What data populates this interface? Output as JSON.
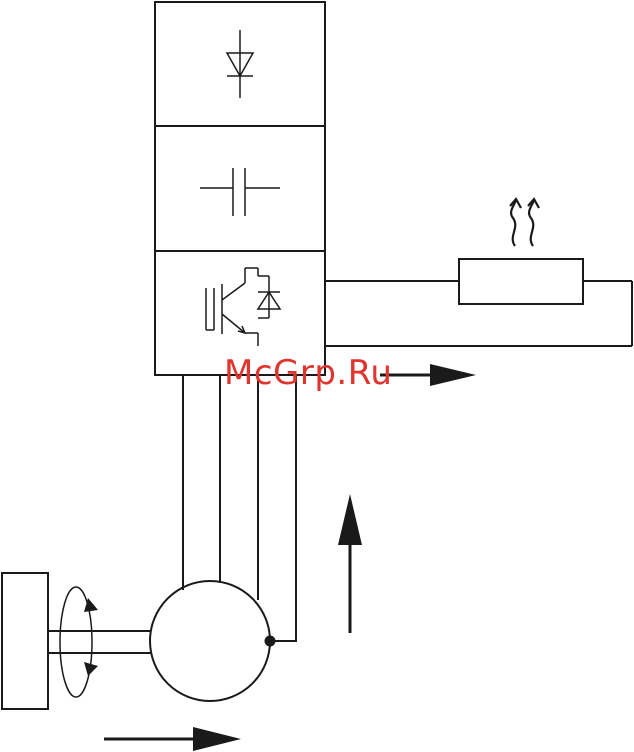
{
  "watermark": {
    "text": "McGrp.Ru",
    "color": "#e0342e"
  },
  "colors": {
    "stroke": "#1a1a1a",
    "background": "#ffffff"
  },
  "components": [
    {
      "name": "rectifier-block",
      "icon": "diode-icon"
    },
    {
      "name": "dc-link-block",
      "icon": "capacitor-icon"
    },
    {
      "name": "inverter-block",
      "icon": "igbt-transistor-icon"
    },
    {
      "name": "braking-resistor",
      "icon": "heat-waves-icon"
    },
    {
      "name": "motor",
      "icon": "motor-circle-icon"
    },
    {
      "name": "load-flywheel",
      "icon": "rotation-arrows-icon"
    }
  ]
}
